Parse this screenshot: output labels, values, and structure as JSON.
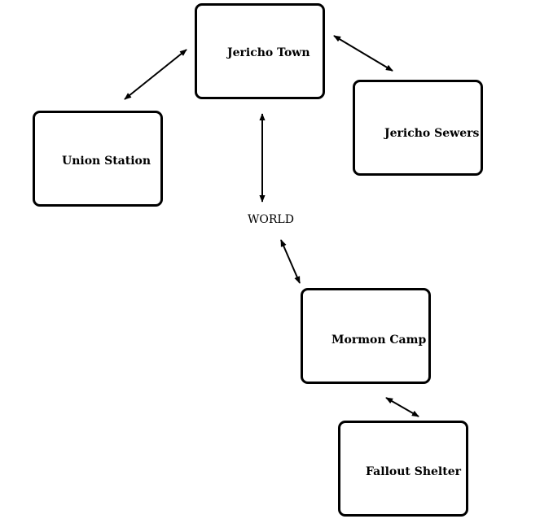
{
  "nodes": {
    "jericho_town": "Jericho Town",
    "jericho_sewers": "Jericho Sewers",
    "union_station": "Union Station",
    "world": "WORLD",
    "mormon_camp": "Mormon Camp",
    "fallout_shelter": "Fallout Shelter"
  },
  "edges": [
    {
      "from": "Jericho Town",
      "to": "Union Station",
      "direction": "both"
    },
    {
      "from": "Jericho Town",
      "to": "Jericho Sewers",
      "direction": "both"
    },
    {
      "from": "Jericho Town",
      "to": "WORLD",
      "direction": "both"
    },
    {
      "from": "WORLD",
      "to": "Mormon Camp",
      "direction": "both"
    },
    {
      "from": "Mormon Camp",
      "to": "Fallout Shelter",
      "direction": "both"
    }
  ],
  "colors": {
    "stroke": "#000000",
    "background": "#ffffff"
  }
}
